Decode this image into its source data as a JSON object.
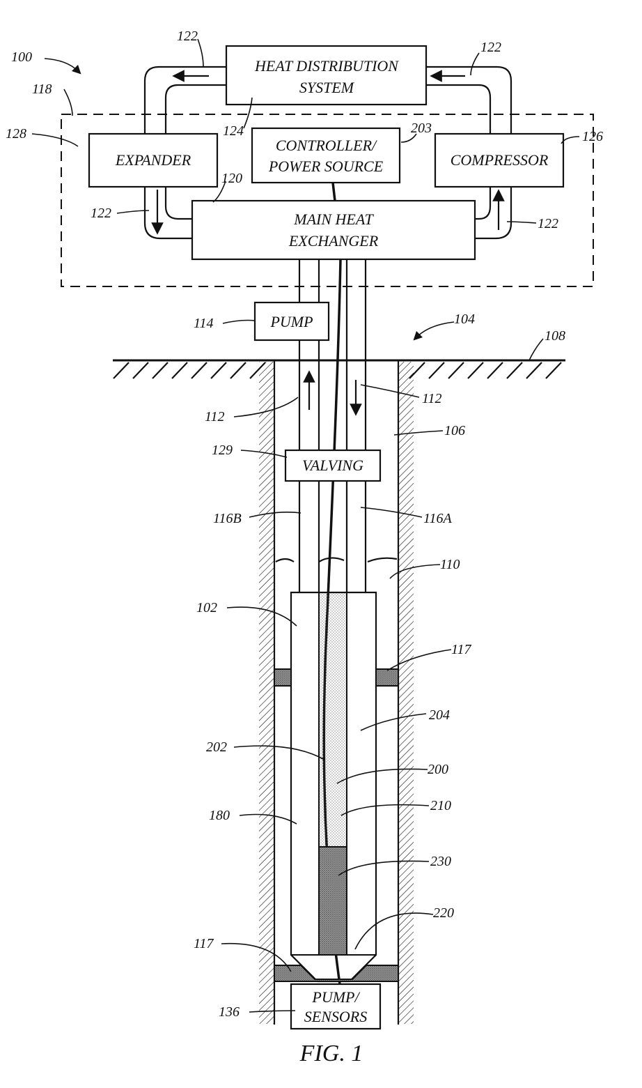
{
  "figure": {
    "caption": "FIG. 1",
    "boxes": {
      "heat_distribution": [
        "HEAT DISTRIBUTION",
        "SYSTEM"
      ],
      "expander": "EXPANDER",
      "controller": [
        "CONTROLLER/",
        "POWER SOURCE"
      ],
      "compressor": "COMPRESSOR",
      "main_heat_exchanger": [
        "MAIN HEAT",
        "EXCHANGER"
      ],
      "pump": "PUMP",
      "valving": "VALVING",
      "pump_sensors": [
        "PUMP/",
        "SENSORS"
      ]
    },
    "refs": {
      "r100": "100",
      "r118": "118",
      "r122a": "122",
      "r122b": "122",
      "r124": "124",
      "r128": "128",
      "r203": "203",
      "r126": "126",
      "r120": "120",
      "r122c": "122",
      "r122d": "122",
      "r114": "114",
      "r104": "104",
      "r108": "108",
      "r112a": "112",
      "r112b": "112",
      "r106": "106",
      "r129": "129",
      "r116b": "116B",
      "r116a": "116A",
      "r110": "110",
      "r102": "102",
      "r117a": "117",
      "r204": "204",
      "r202": "202",
      "r200": "200",
      "r180": "180",
      "r210": "210",
      "r230": "230",
      "r220": "220",
      "r117b": "117",
      "r136": "136"
    }
  }
}
